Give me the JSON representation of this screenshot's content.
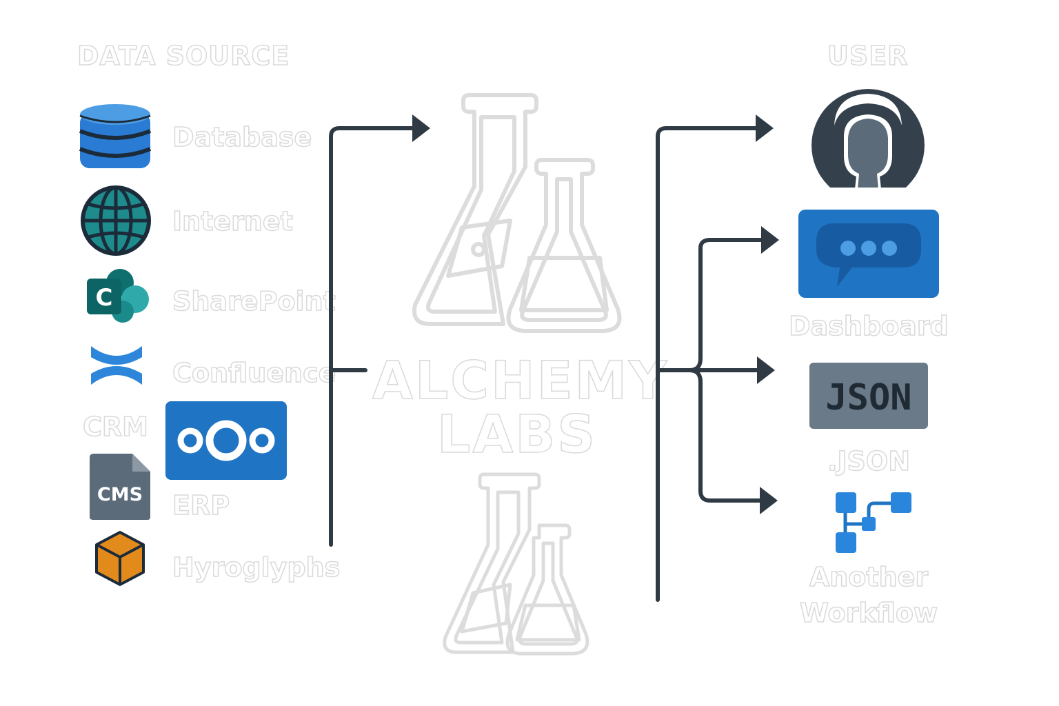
{
  "source_heading": "DATA SOURCE",
  "user_heading": "USER",
  "sources": {
    "database": "Database",
    "internet": "Internet",
    "sharepoint": "SharePoint",
    "confluence": "Confluence",
    "crm": "CRM",
    "erp": "ERP",
    "hyroglyphs": "Hyroglyphs",
    "cms_icon_text": "CMS"
  },
  "brand": {
    "line1": "ALCHEMY",
    "line2": "LABS"
  },
  "outputs": {
    "dashboard": "Dashboard",
    "json_icon_text": "JSON",
    "json": ".JSON",
    "workflow_line1": "Another",
    "workflow_line2": "Workflow"
  },
  "colors": {
    "connector": "#2f3a44",
    "ghost_stroke": "#d9d9d9",
    "blue": "#1f74c4",
    "teal": "#1e8c8c",
    "orange": "#e38a1c",
    "slate": "#5b6b7a"
  }
}
